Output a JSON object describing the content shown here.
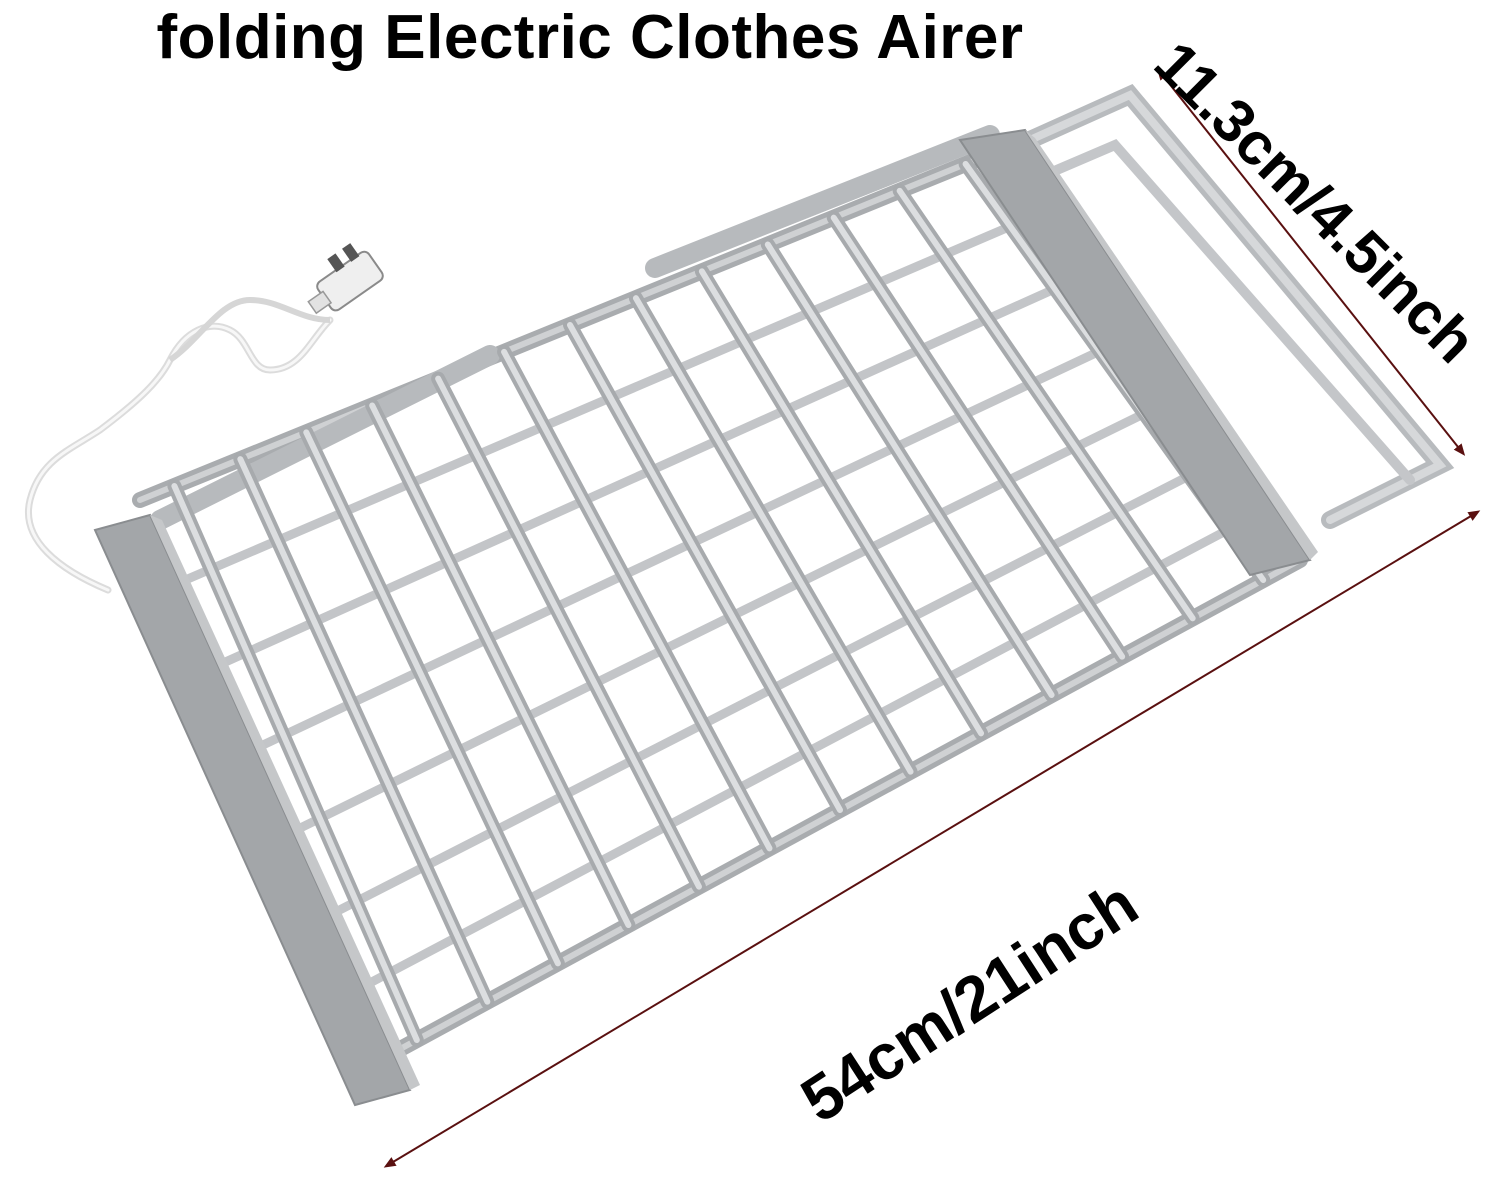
{
  "title": "folding Electric Clothes Airer",
  "dimensions": {
    "depth_label": "11.3cm/4.5inch",
    "length_label": "54cm/21inch"
  },
  "product": {
    "frame_color": "#b9bcbf",
    "rail_color": "#d2d4d6",
    "end_cap_color": "#a3a6a9",
    "arrow_color": "#5a1010",
    "cable_color": "#f1f1f1"
  }
}
